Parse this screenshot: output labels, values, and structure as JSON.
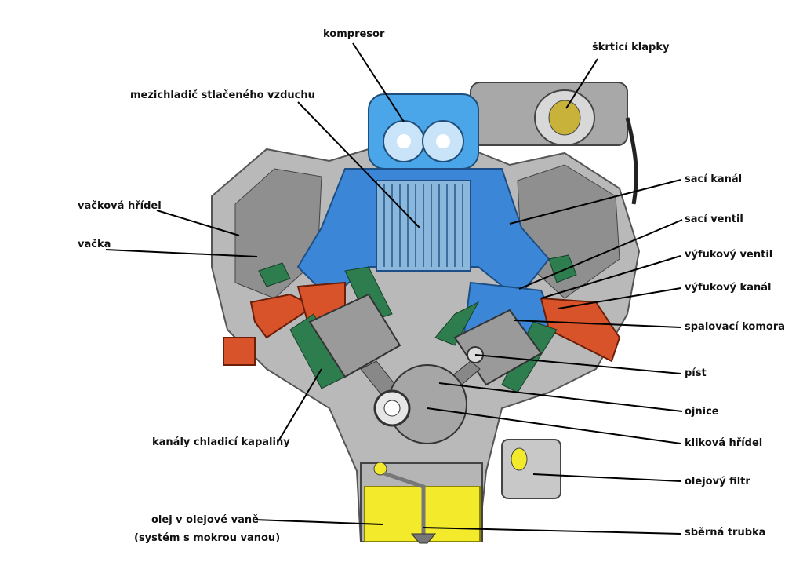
{
  "labels": {
    "kompresor": "kompresor",
    "skrtici_klapky": "škrticí klapky",
    "mezichladic": "mezichladič stlačeného vzduchu",
    "sacI_kanal": "sací kanál",
    "sací_ventil": "sací ventil",
    "vackova_hridel": "vačková hřídel",
    "vacka": "vačka",
    "vyfukovy_ventil": "výfukový ventil",
    "vyfukovy_kanal": "výfukový kanál",
    "spalovaci_komora": "spalovací komora",
    "pist": "píst",
    "ojnice": "ojnice",
    "klikova_hridel": "kliková hřídel",
    "kanaly_chladici": "kanály chladicí kapaliny",
    "olejovy_filtr": "olejový filtr",
    "olej_line1": "olej v olejové vaně",
    "olej_line2": "(systém s mokrou vanou)",
    "sberna_trubka": "sběrná trubka"
  },
  "colors": {
    "intake_blue": "#3b86d6",
    "compressor_blue": "#4aa6e8",
    "exhaust_orange": "#d9532a",
    "coolant_green": "#2e7d4f",
    "oil_yellow": "#f2ea2a",
    "metal_gray": "#9a9a9a"
  }
}
